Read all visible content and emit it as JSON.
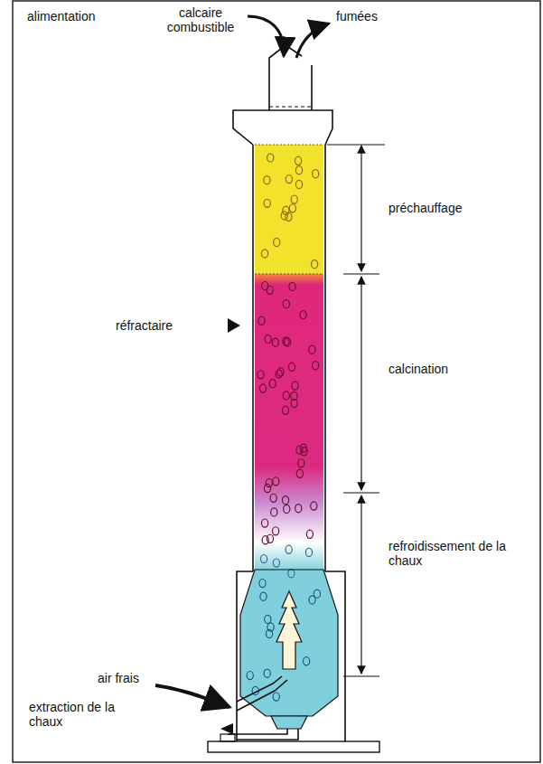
{
  "diagram": {
    "labels": [
      "alimentation",
      "calcaire combustible",
      "fumées",
      "préchauffage",
      "réfractaire",
      "calcination",
      "refroidissement de la chaux",
      "air frais",
      "extraction de la chaux"
    ]
  }
}
